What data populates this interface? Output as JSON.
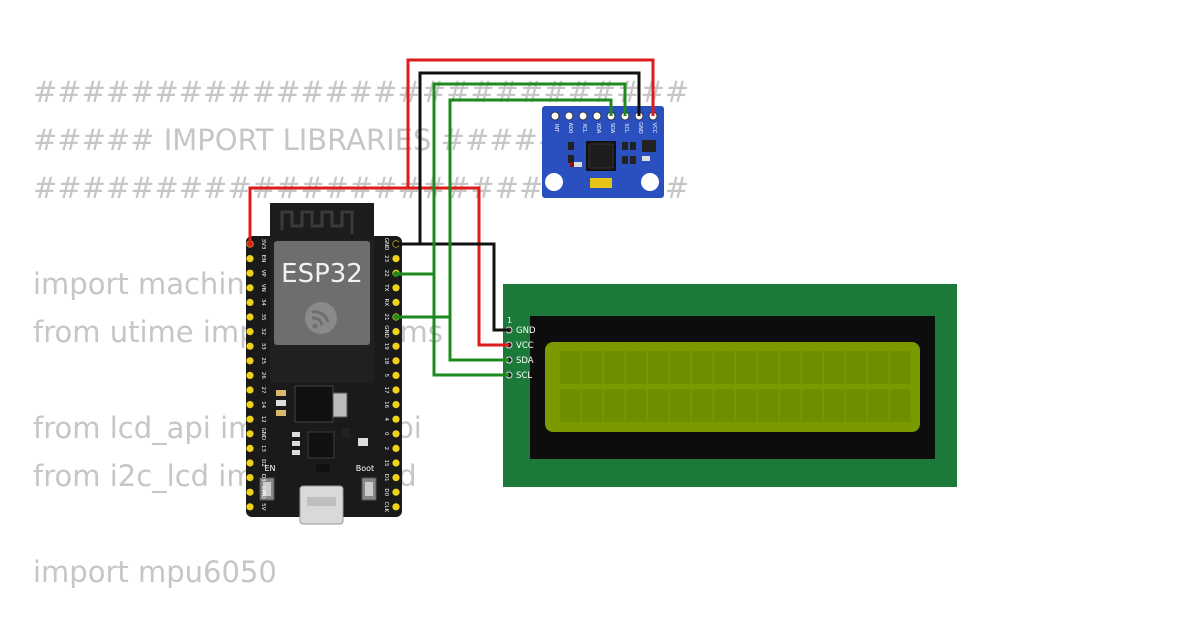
{
  "code_lines": [
    "###########################",
    "##### IMPORT LIBRARIES #####",
    "###########################",
    "",
    "import machine",
    "from utime import sleep_ms",
    "",
    "from lcd_api import LcdApi",
    "from i2c_lcd import I2cLcd",
    "",
    "import mpu6050"
  ],
  "esp32": {
    "title": "ESP32",
    "left_pins": [
      "3V3",
      "EN",
      "VP",
      "VN",
      "34",
      "35",
      "32",
      "33",
      "25",
      "26",
      "27",
      "14",
      "12",
      "GND",
      "13",
      "D2",
      "D3",
      "CMD",
      "5V"
    ],
    "right_pins": [
      "GND",
      "23",
      "22",
      "TX",
      "RX",
      "21",
      "GND",
      "19",
      "18",
      "5",
      "17",
      "16",
      "4",
      "0",
      "2",
      "15",
      "D1",
      "D0",
      "CLK"
    ],
    "button_en": "EN",
    "button_boot": "Boot"
  },
  "mpu": {
    "pins": [
      "INT",
      "AD0",
      "XCL",
      "XDA",
      "SDA",
      "SCL",
      "GND",
      "VCC"
    ]
  },
  "lcd": {
    "pin_marker": "1",
    "pins": [
      "GND",
      "VCC",
      "SDA",
      "SCL"
    ]
  },
  "colors": {
    "wire_red": "#e01b1b",
    "wire_black": "#111111",
    "wire_green": "#1d8a1d",
    "lcd_green": "#1b7a3a",
    "lcd_screen": "#7a9a00",
    "mpu_blue": "#2a4fbf",
    "board_black": "#1a1a1a",
    "pin_yellow": "#f0d21a"
  }
}
